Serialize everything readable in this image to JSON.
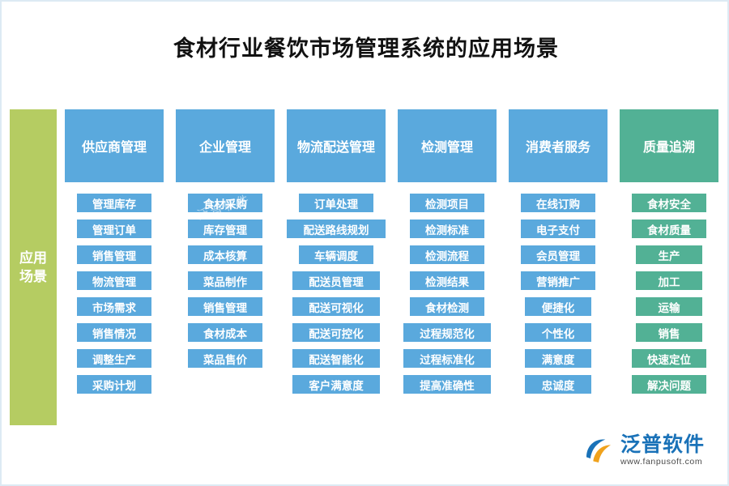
{
  "title": "食材行业餐饮市场管理系统的应用场景",
  "left_band": {
    "label": "应用\n场景",
    "color": "#b5cc62"
  },
  "watermark": "泛普软件",
  "colors": {
    "blue": "#5aa9dd",
    "green": "#52b195",
    "left_band": "#b5cc62",
    "logo_blue": "#1a72b8",
    "border": "#ddeaf4"
  },
  "columns": [
    {
      "header": "供应商管理",
      "color": "#5aa9dd",
      "items": [
        "管理库存",
        "管理订单",
        "销售管理",
        "物流管理",
        "市场需求",
        "销售情况",
        "调整生产",
        "采购计划"
      ]
    },
    {
      "header": "企业管理",
      "color": "#5aa9dd",
      "items": [
        "食材采购",
        "库存管理",
        "成本核算",
        "菜品制作",
        "销售管理",
        "食材成本",
        "菜品售价"
      ]
    },
    {
      "header": "物流配送管理",
      "color": "#5aa9dd",
      "items": [
        "订单处理",
        "配送路线规划",
        "车辆调度",
        "配送员管理",
        "配送可视化",
        "配送可控化",
        "配送智能化",
        "客户满意度"
      ]
    },
    {
      "header": "检测管理",
      "color": "#5aa9dd",
      "items": [
        "检测项目",
        "检测标准",
        "检测流程",
        "检测结果",
        "食材检测",
        "过程规范化",
        "过程标准化",
        "提高准确性"
      ]
    },
    {
      "header": "消费者服务",
      "color": "#5aa9dd",
      "items": [
        "在线订购",
        "电子支付",
        "会员管理",
        "营销推广",
        "便捷化",
        "个性化",
        "满意度",
        "忠诚度"
      ]
    },
    {
      "header": "质量追溯",
      "color": "#52b195",
      "items": [
        "食材安全",
        "食材质量",
        "生产",
        "加工",
        "运输",
        "销售",
        "快速定位",
        "解决问题"
      ]
    }
  ],
  "logo": {
    "name": "泛普软件",
    "url": "www.fanpusoft.com"
  }
}
